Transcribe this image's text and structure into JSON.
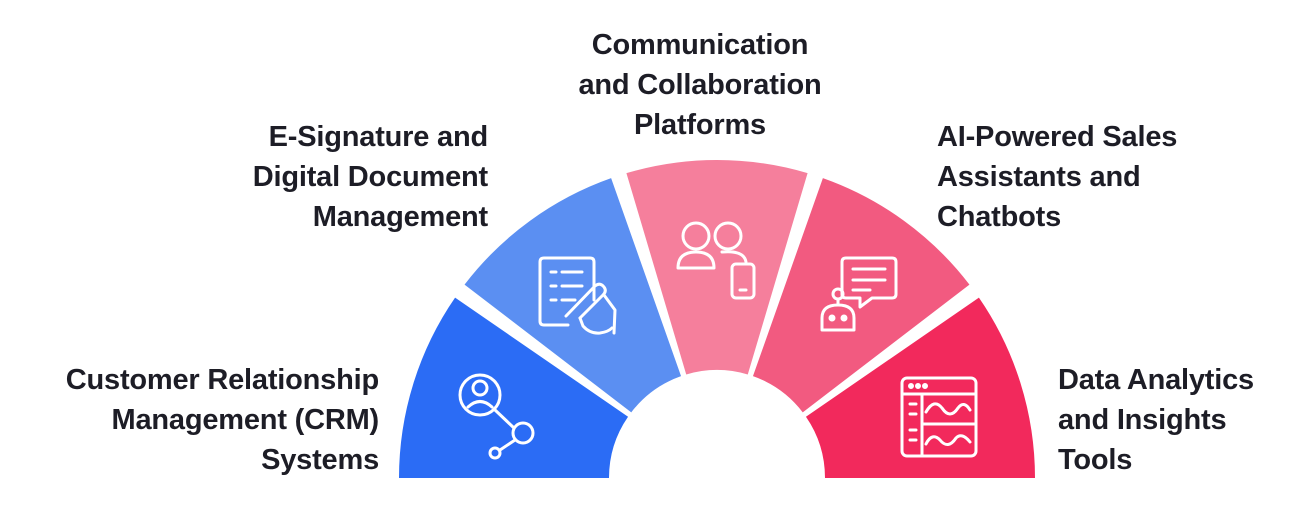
{
  "segments": [
    {
      "id": "crm",
      "icon": "crm-network-icon",
      "color": "#2b6cf5",
      "lines": [
        "Customer Relationship",
        "Management (CRM)",
        "Systems"
      ]
    },
    {
      "id": "esignature",
      "icon": "document-signature-icon",
      "color": "#5b8ff2",
      "lines": [
        "E-Signature and",
        "Digital Document",
        "Management"
      ]
    },
    {
      "id": "communication",
      "icon": "people-phone-icon",
      "color": "#f57f9c",
      "lines": [
        "Communication",
        "and Collaboration",
        "Platforms"
      ]
    },
    {
      "id": "ai-sales",
      "icon": "robot-chat-icon",
      "color": "#f25a80",
      "lines": [
        "AI-Powered Sales",
        "Assistants and",
        "Chatbots"
      ]
    },
    {
      "id": "analytics",
      "icon": "analytics-dashboard-icon",
      "color": "#f2295c",
      "lines": [
        "Data Analytics",
        "and Insights",
        "Tools"
      ]
    }
  ]
}
